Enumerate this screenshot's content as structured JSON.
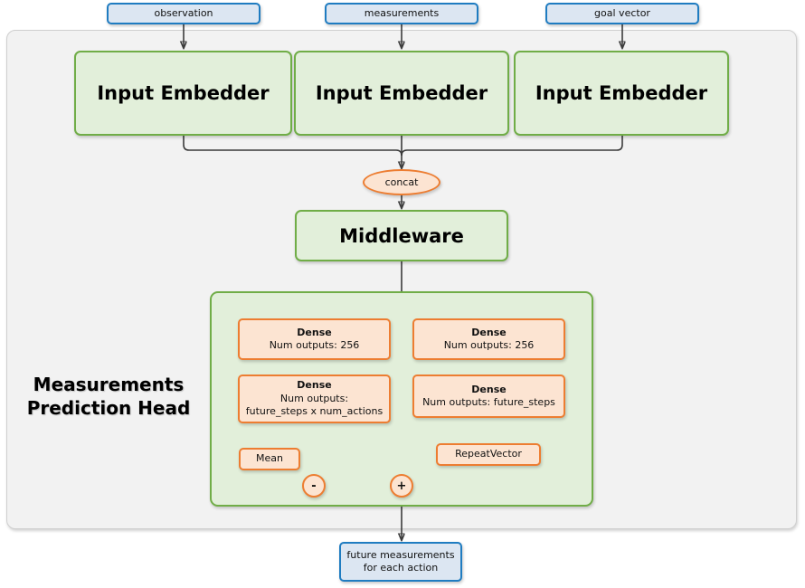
{
  "diagram": {
    "title": "Measurements Prediction Head",
    "inputs": [
      {
        "label": "observation"
      },
      {
        "label": "measurements"
      },
      {
        "label": "goal vector"
      }
    ],
    "embedders": [
      {
        "label": "Input Embedder"
      },
      {
        "label": "Input Embedder"
      },
      {
        "label": "Input Embedder"
      }
    ],
    "concat": {
      "label": "concat"
    },
    "middleware": {
      "label": "Middleware"
    },
    "head": {
      "title_line1": "Measurements",
      "title_line2": "Prediction Head",
      "left_branch": {
        "dense1": {
          "title": "Dense",
          "line1": "Num outputs: 256"
        },
        "dense2": {
          "title": "Dense",
          "line1": "Num outputs:",
          "line2": "future_steps x num_actions"
        },
        "mean": {
          "label": "Mean"
        },
        "op": {
          "label": "-"
        }
      },
      "right_branch": {
        "dense1": {
          "title": "Dense",
          "line1": "Num outputs: 256"
        },
        "dense2": {
          "title": "Dense",
          "line1": "Num outputs: future_steps"
        },
        "repeat_vector": {
          "label": "RepeatVector"
        }
      },
      "merge_op": {
        "label": "+"
      }
    },
    "output": {
      "line1": "future measurements",
      "line2": "for each action"
    },
    "colors": {
      "blue_border": "#1f7cc1",
      "blue_fill": "#dce6f2",
      "green_border": "#70ad47",
      "green_fill": "#e2efda",
      "orange_border": "#ed7d31",
      "orange_fill": "#fce4d2",
      "panel_fill": "#f2f2f2",
      "wire": "#3b3b3b"
    }
  }
}
